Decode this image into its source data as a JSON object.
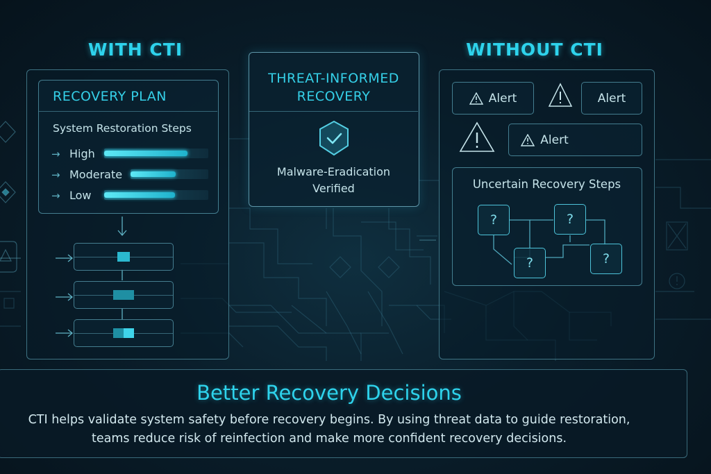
{
  "left": {
    "heading": "WITH CTI",
    "plan_title": "RECOVERY PLAN",
    "subtitle": "System Restoration Steps",
    "priorities": [
      {
        "label": "High",
        "level": 0.8
      },
      {
        "label": "Moderate",
        "level": 0.58
      },
      {
        "label": "Low",
        "level": 0.68
      }
    ]
  },
  "center": {
    "title_line1": "THREAT-INFORMED",
    "title_line2": "RECOVERY",
    "icon": "shield-check-icon",
    "status_line1": "Malware-Eradication",
    "status_line2": "Verified"
  },
  "right": {
    "heading": "WITHOUT CTI",
    "alert_label": "Alert",
    "uncertain_title": "Uncertain Recovery Steps",
    "question_mark": "?"
  },
  "banner": {
    "title": "Better Recovery Decisions",
    "line1": "CTI helps validate system safety before recovery begins. By using threat data to guide restoration,",
    "line2": "teams reduce risk of reinfection and make more confident recovery decisions."
  },
  "colors": {
    "accent": "#2ed3ec",
    "panel_border": "#6ebed2",
    "background": "#0a1e2b"
  }
}
